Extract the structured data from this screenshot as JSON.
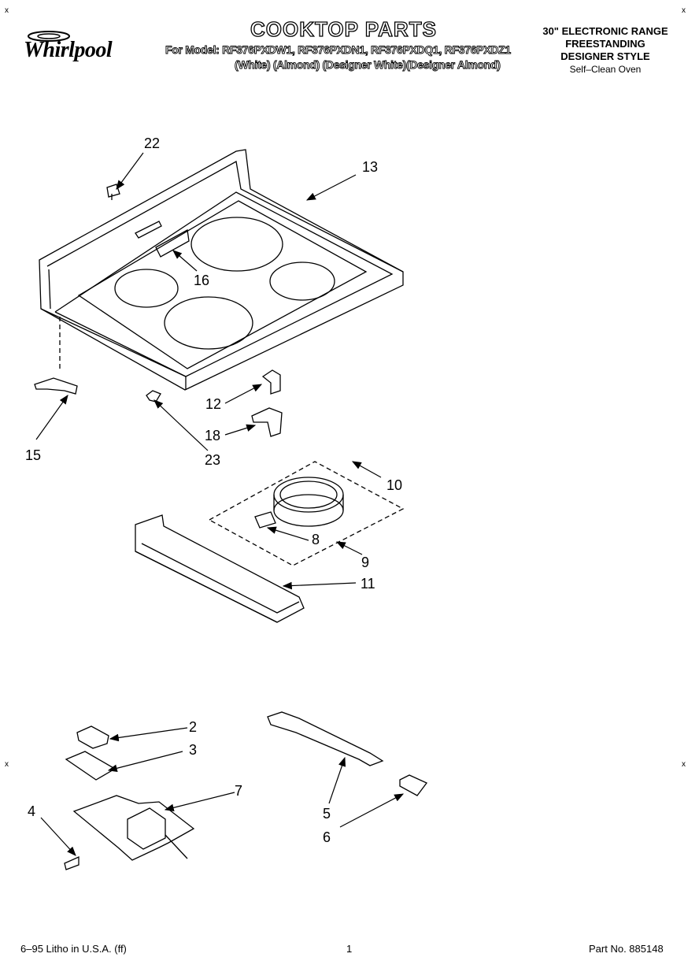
{
  "brand": "Whirlpool",
  "title": "COOKTOP PARTS",
  "model_line": "For Model: RF376PXDW1, RF376PXDN1, RF376PXDQ1, RF376PXDZ1",
  "color_line": "(White)    (Almond) (Designer White)(Designer Almond)",
  "product": {
    "line1": "30\" ELECTRONIC RANGE",
    "line2": "FREESTANDING",
    "line3": "DESIGNER STYLE",
    "line4": "Self–Clean Oven"
  },
  "callouts": {
    "c22": "22",
    "c13": "13",
    "c16": "16",
    "c12": "12",
    "c18": "18",
    "c15": "15",
    "c23": "23",
    "c10": "10",
    "c8": "8",
    "c9": "9",
    "c11": "11",
    "c2": "2",
    "c3": "3",
    "c7": "7",
    "c4": "4",
    "c5": "5",
    "c6": "6"
  },
  "footer": {
    "left": "6–95 Litho in U.S.A. (ff)",
    "center": "1",
    "right": "Part No. 885148"
  },
  "marks": {
    "corner": "x"
  }
}
